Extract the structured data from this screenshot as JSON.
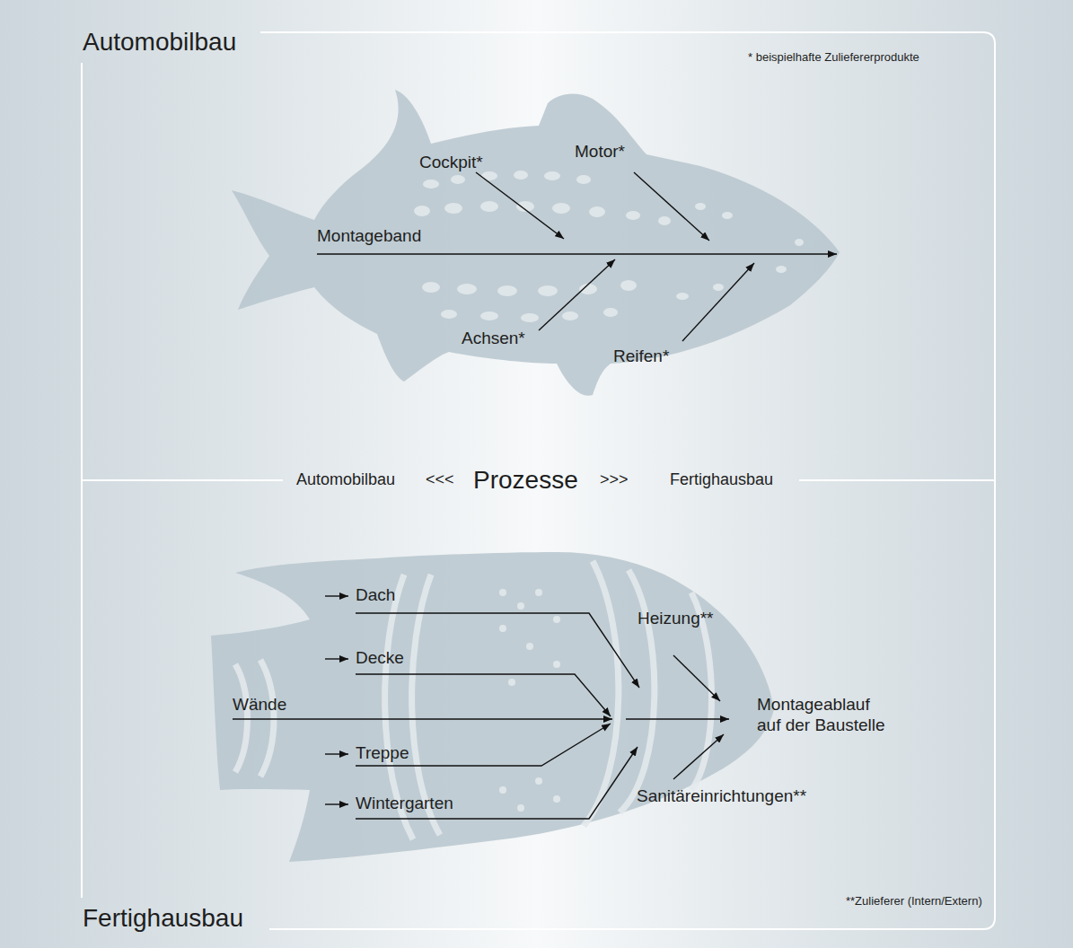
{
  "diagram": {
    "labels": [
      "Automobilbau",
      "* beispielhafte Zuliefererprodukte",
      "Cockpit*",
      "Motor*",
      "Montageband",
      "Achsen*",
      "Reifen*",
      "Automobilbau",
      "<<<",
      "Prozesse",
      ">>>",
      "Fertighausbau",
      "Dach",
      "Decke",
      "Wände",
      "Treppe",
      "Wintergarten",
      "Heizung**",
      "Montageablauf auf der Baustelle",
      "Sanitäreinrichtungen**",
      "**Zulieferer (Intern/Extern)",
      "Fertighausbau"
    ]
  }
}
